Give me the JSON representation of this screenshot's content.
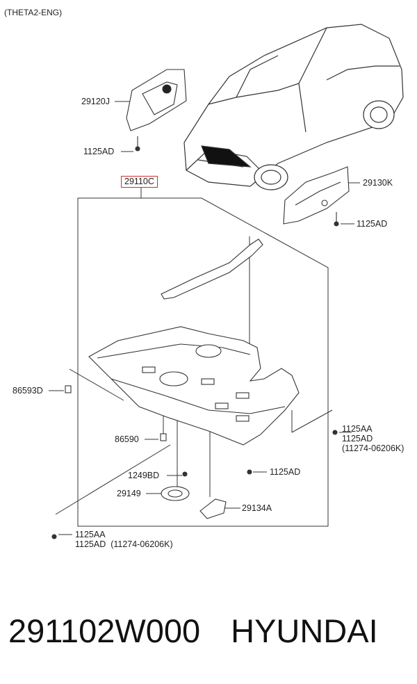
{
  "header": {
    "engine": "(THETA2-ENG)"
  },
  "main_part": {
    "number": "29110C"
  },
  "labels": {
    "p29120J": "29120J",
    "p1125AD_top": "1125AD",
    "p29130K": "29130K",
    "p1125AD_right": "1125AD",
    "p86593D": "86593D",
    "p86590": "86590",
    "p1249BD": "1249BD",
    "p29149": "29149",
    "p29134A": "29134A",
    "p1125AD_mid": "1125AD",
    "p1125AA_right": "1125AA\n1125AD\n(11274-06206K)",
    "p1125AA_left": "1125AA\n1125AD  (11274-06206K)"
  },
  "footer": {
    "part_number": "291102W000",
    "brand": "HYUNDAI"
  }
}
